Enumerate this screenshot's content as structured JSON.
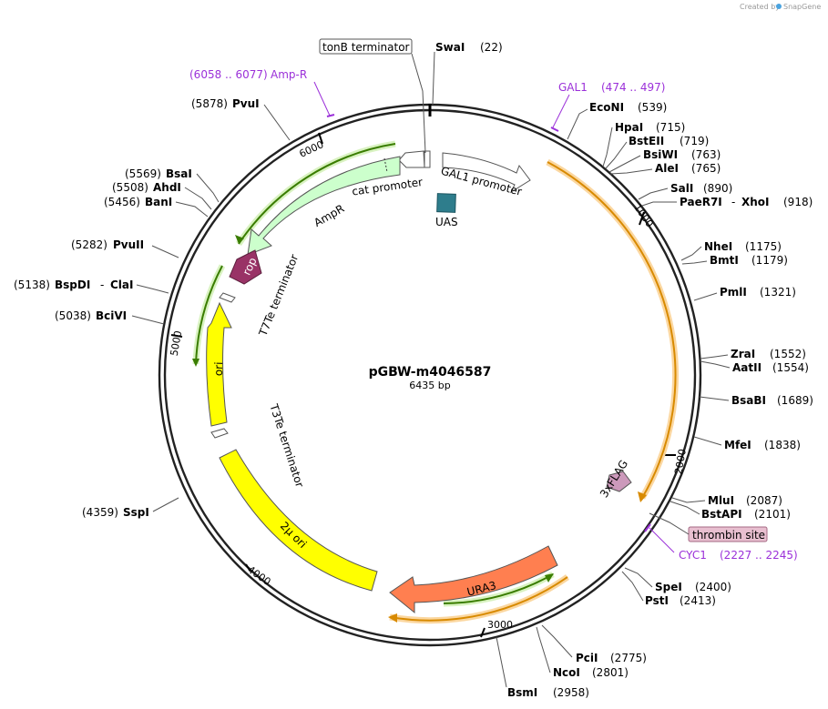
{
  "credit": {
    "text": "Created by",
    "brand": "SnapGene"
  },
  "plasmid": {
    "name": "pGBW-m4046587",
    "length": "6435 bp"
  },
  "ticks": [
    "1000",
    "2000",
    "3000",
    "4000",
    "5000",
    "6000"
  ],
  "enzymes": [
    {
      "name": "SwaI",
      "pos": "(22)"
    },
    {
      "name": "EcoNI",
      "pos": "(539)"
    },
    {
      "name": "HpaI",
      "pos": "(715)"
    },
    {
      "name": "BstEII",
      "pos": "(719)"
    },
    {
      "name": "BsiWI",
      "pos": "(763)"
    },
    {
      "name": "AleI",
      "pos": "(765)"
    },
    {
      "name": "SalI",
      "pos": "(890)"
    },
    {
      "name": "PaeR7I",
      "name2": "XhoI",
      "pos": "(918)"
    },
    {
      "name": "NheI",
      "pos": "(1175)"
    },
    {
      "name": "BmtI",
      "pos": "(1179)"
    },
    {
      "name": "PmlI",
      "pos": "(1321)"
    },
    {
      "name": "ZraI",
      "pos": "(1552)"
    },
    {
      "name": "AatII",
      "pos": "(1554)"
    },
    {
      "name": "BsaBI",
      "pos": "(1689)"
    },
    {
      "name": "MfeI",
      "pos": "(1838)"
    },
    {
      "name": "MluI",
      "pos": "(2087)"
    },
    {
      "name": "BstAPI",
      "pos": "(2101)"
    },
    {
      "name": "SpeI",
      "pos": "(2400)"
    },
    {
      "name": "PstI",
      "pos": "(2413)"
    },
    {
      "name": "PciI",
      "pos": "(2775)"
    },
    {
      "name": "NcoI",
      "pos": "(2801)"
    },
    {
      "name": "BsmI",
      "pos": "(2958)"
    },
    {
      "name": "SspI",
      "pos": "(4359)"
    },
    {
      "name": "BciVI",
      "pos": "(5038)"
    },
    {
      "name": "BspDI",
      "name2": "ClaI",
      "pos": "(5138)"
    },
    {
      "name": "PvuII",
      "pos": "(5282)"
    },
    {
      "name": "BanI",
      "pos": "(5456)"
    },
    {
      "name": "AhdI",
      "pos": "(5508)"
    },
    {
      "name": "BsaI",
      "pos": "(5569)"
    },
    {
      "name": "PvuI",
      "pos": "(5878)"
    }
  ],
  "primers": [
    {
      "name": "Amp-R",
      "range": "(6058 .. 6077)"
    },
    {
      "name": "GAL1",
      "range": "(474 .. 497)"
    },
    {
      "name": "CYC1",
      "range": "(2227 .. 2245)"
    }
  ],
  "features": {
    "tonb": "tonB terminator",
    "gal1_promoter": "GAL1 promoter",
    "uas": "UAS",
    "cat_promoter": "cat promoter",
    "ampr": "AmpR",
    "rop": "rop",
    "t7te": "T7Te terminator",
    "ori": "ori",
    "t3te": "T3Te terminator",
    "two_micron": "2µ ori",
    "ura3": "URA3",
    "flag": "3xFLAG",
    "thrombin": "thrombin site"
  },
  "colors": {
    "ampr": "#ccffcc",
    "rop": "#993366",
    "ori": "#ffff00",
    "ura3": "#ff7f50",
    "uas": "#2e7d8c",
    "flag": "#cc99bb",
    "thrombin": "#e8bfd0",
    "primer": "#9b30d9",
    "orf_green": "#3a7d00",
    "orf_orange": "#d88a00"
  }
}
